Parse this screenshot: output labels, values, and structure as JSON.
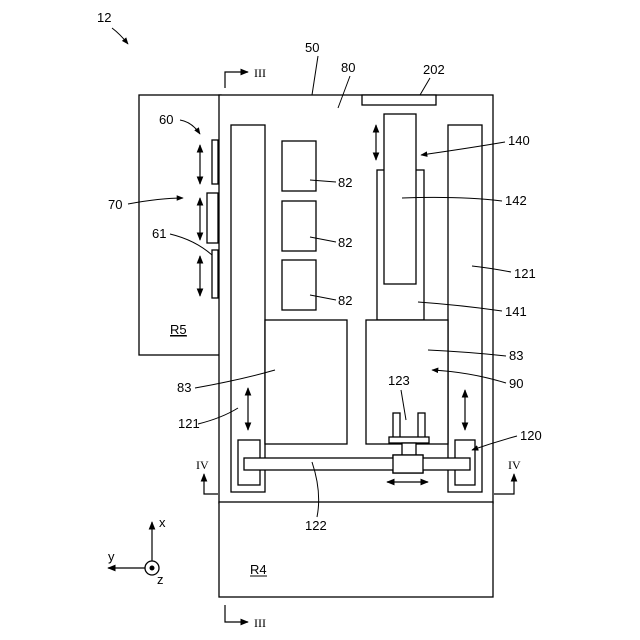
{
  "labels": {
    "fig": "12",
    "l50": "50",
    "l80": "80",
    "l202": "202",
    "l140": "140",
    "l142": "142",
    "l141": "141",
    "l121a": "121",
    "l121b": "121",
    "l83a": "83",
    "l83b": "83",
    "l90": "90",
    "l123": "123",
    "l120": "120",
    "l122": "122",
    "l82a": "82",
    "l82b": "82",
    "l82c": "82",
    "l60": "60",
    "l70": "70",
    "l61": "61",
    "r5": "R5",
    "r4": "R4",
    "sec3a": "III",
    "sec3b": "III",
    "sec4a": "IV",
    "sec4b": "IV",
    "ax_x": "x",
    "ax_y": "y",
    "ax_z": "z"
  }
}
